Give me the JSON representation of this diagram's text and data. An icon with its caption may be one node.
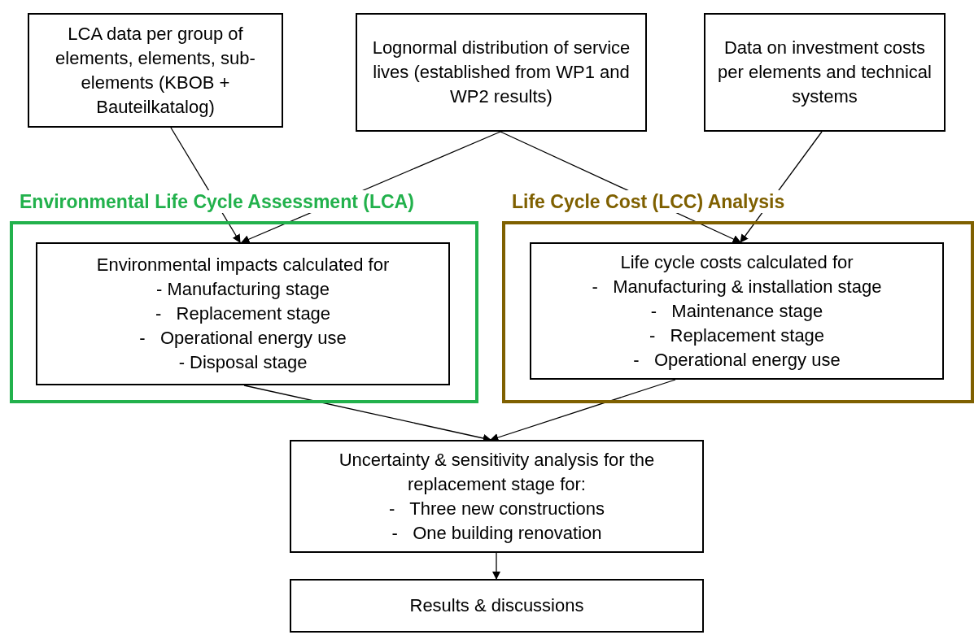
{
  "diagram": {
    "nodes": [
      {
        "text": [
          "LCA data per group of elements, elements, sub-elements (KBOB + Bauteilkatalog)"
        ]
      },
      {
        "text": [
          "Lognormal distribution of service lives (established from WP1 and WP2 results)"
        ]
      },
      {
        "text": [
          "Data on investment costs per elements and technical systems"
        ]
      },
      {
        "text": [
          "Environmental Life Cycle Assessment (LCA)"
        ]
      },
      {
        "text": [
          "Environmental impacts calculated for",
          "- Manufacturing stage",
          "-   Replacement stage",
          "-   Operational energy use",
          "- Disposal stage"
        ],
        "in": 3
      },
      {
        "text": [
          "Life Cycle Cost (LCC) Analysis"
        ]
      },
      {
        "text": [
          "Life cycle costs calculated for",
          "-   Manufacturing & installation stage",
          "-   Maintenance stage",
          "-   Replacement stage",
          "-   Operational energy use"
        ],
        "in": 5
      },
      {
        "text": [
          "Uncertainty & sensitivity analysis for the replacement stage for:",
          "-   Three new constructions",
          "-   One building renovation"
        ]
      },
      {
        "text": [
          "Results & discussions"
        ]
      }
    ],
    "edges": [
      {
        "from": 0,
        "to": 4,
        "arrow": "to"
      },
      {
        "from": 1,
        "to": 4,
        "arrow": "to"
      },
      {
        "from": 1,
        "to": 6,
        "arrow": "to"
      },
      {
        "from": 2,
        "to": 6,
        "arrow": "to"
      },
      {
        "from": 4,
        "to": 7,
        "arrow": "to"
      },
      {
        "from": 6,
        "to": 7,
        "arrow": "to"
      },
      {
        "from": 7,
        "to": 8,
        "arrow": "to"
      }
    ]
  }
}
